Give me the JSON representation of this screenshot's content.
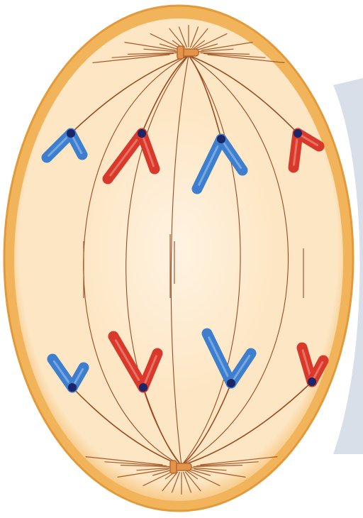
{
  "diagram": {
    "kind": "cell-division-anaphase",
    "colors": {
      "background": "#ffffff",
      "cell_outer": "#f2b45a",
      "cell_outer_edge": "#e39a3b",
      "cell_inner": "#fde6c3",
      "cell_core": "#fff3e2",
      "spindle_fiber": "#9b4a22",
      "aster_ray": "#a85a2a",
      "centrosome": "#e3944a",
      "centrosome_edge": "#b86a2c",
      "chromatid_blue": "#3d7fce",
      "chromatid_blue_light": "#8db8ea",
      "chromatid_red": "#d8392b",
      "chromatid_red_light": "#f08a7e",
      "centromere": "#1c2566",
      "shadow": "#d9dfe8"
    },
    "centrosomes": [
      {
        "name": "top-centrosome",
        "icon": "centrosome-icon"
      },
      {
        "name": "bottom-centrosome",
        "icon": "centrosome-icon"
      }
    ],
    "chromosomes": [
      {
        "name": "top-chromosome-1",
        "color": "blue",
        "pole": "top"
      },
      {
        "name": "top-chromosome-2",
        "color": "red",
        "pole": "top"
      },
      {
        "name": "top-chromosome-3",
        "color": "blue",
        "pole": "top"
      },
      {
        "name": "top-chromosome-4",
        "color": "red",
        "pole": "top"
      },
      {
        "name": "bottom-chromosome-1",
        "color": "blue",
        "pole": "bottom"
      },
      {
        "name": "bottom-chromosome-2",
        "color": "red",
        "pole": "bottom"
      },
      {
        "name": "bottom-chromosome-3",
        "color": "blue",
        "pole": "bottom"
      },
      {
        "name": "bottom-chromosome-4",
        "color": "red",
        "pole": "bottom"
      }
    ]
  }
}
